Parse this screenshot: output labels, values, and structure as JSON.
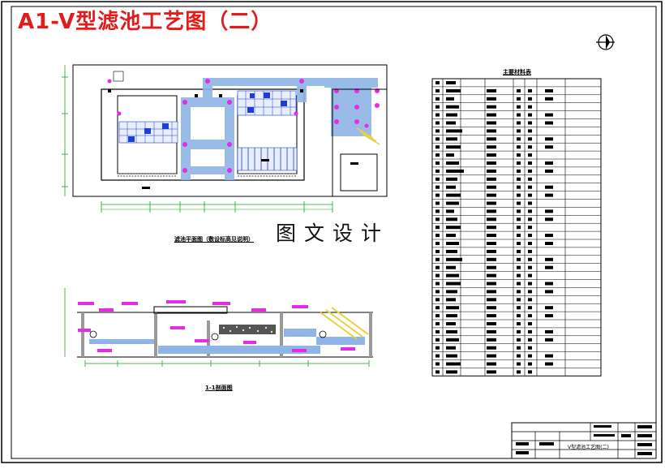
{
  "drawing": {
    "title": "A1-V型滤池工艺图（二）",
    "watermark": "图文设计",
    "plan_caption": "滤池平面图（敷设标高见说明）",
    "section_caption": "1-1剖面图",
    "material_table_title": "主要材料表",
    "title_block_name": "V型滤池工艺图(二)",
    "colors": {
      "frame": "#000000",
      "title_red": "#e31b1b",
      "pipe_blue": "#8fb4e6",
      "fitting_magenta": "#e52ce5",
      "filter_blue": "#1d3fd6",
      "dimension_green": "#1aa31a",
      "gravel_yellow": "#e8d23a",
      "concrete_gray": "#9a9a9a"
    },
    "icons": [
      "north-arrow-icon"
    ]
  }
}
